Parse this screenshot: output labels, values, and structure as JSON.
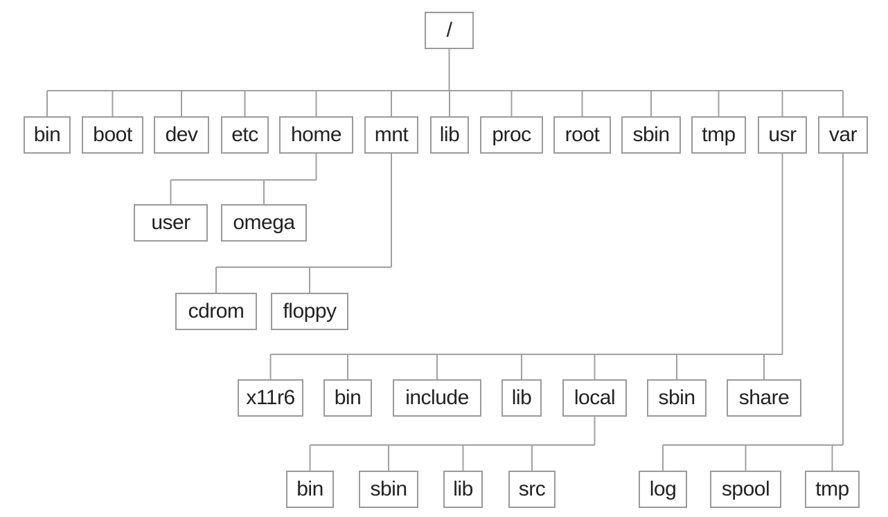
{
  "colors": {
    "line": "#a0a0a0",
    "border": "#9a9a9a",
    "text": "#222222"
  },
  "nodes": {
    "root": "/",
    "bin": "bin",
    "boot": "boot",
    "dev": "dev",
    "etc": "etc",
    "home": "home",
    "mnt": "mnt",
    "lib": "lib",
    "proc": "proc",
    "rootdir": "root",
    "sbin": "sbin",
    "tmp": "tmp",
    "usr": "usr",
    "var": "var",
    "home_user": "user",
    "home_omega": "omega",
    "mnt_cdrom": "cdrom",
    "mnt_floppy": "floppy",
    "usr_x11r6": "x11r6",
    "usr_bin": "bin",
    "usr_include": "include",
    "usr_lib": "lib",
    "usr_local": "local",
    "usr_sbin": "sbin",
    "usr_share": "share",
    "local_bin": "bin",
    "local_sbin": "sbin",
    "local_lib": "lib",
    "local_src": "src",
    "var_log": "log",
    "var_spool": "spool",
    "var_tmp": "tmp"
  }
}
